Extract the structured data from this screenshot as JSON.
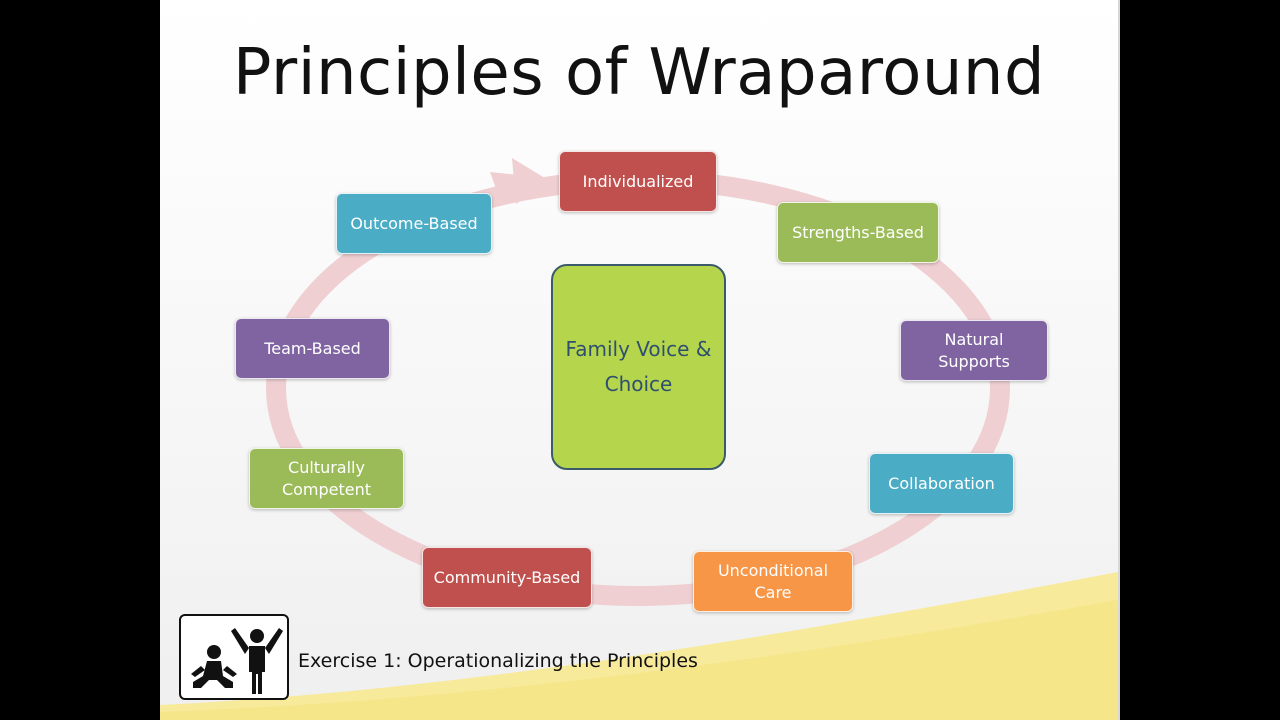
{
  "slide": {
    "title": "Principles of Wraparound",
    "center": "Family Voice & Choice",
    "principles": [
      {
        "label": "Individualized",
        "color": "#c0504d"
      },
      {
        "label": "Strengths-Based",
        "color": "#9bbb59"
      },
      {
        "label": "Natural Supports",
        "color": "#8064a2"
      },
      {
        "label": "Collaboration",
        "color": "#4bacc6"
      },
      {
        "label": "Unconditional Care",
        "color": "#f79646"
      },
      {
        "label": "Community-Based",
        "color": "#c0504d"
      },
      {
        "label": "Culturally Competent",
        "color": "#9bbb59"
      },
      {
        "label": "Team-Based",
        "color": "#8064a2"
      },
      {
        "label": "Outcome-Based",
        "color": "#4bacc6"
      }
    ],
    "exercise": {
      "icon": "people-exercise-icon",
      "label": "Exercise 1: Operationalizing the Principles"
    }
  }
}
